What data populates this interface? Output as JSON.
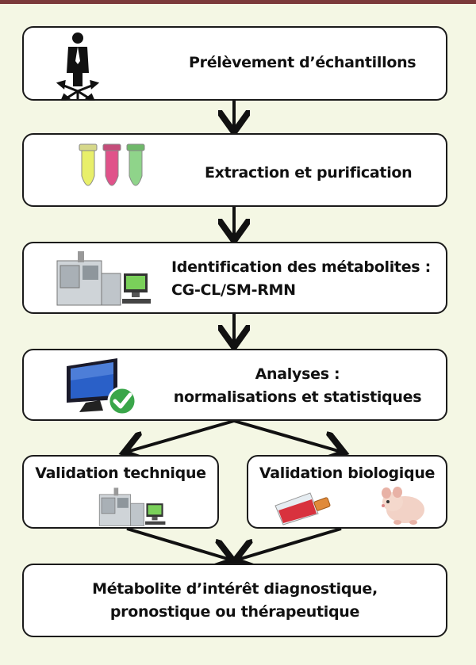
{
  "steps": {
    "sampling": "Prélèvement d’échantillons",
    "extraction": "Extraction et purification",
    "identification_line1": "Identification des métabolites :",
    "identification_line2": "CG-CL/SM-RMN",
    "analyses_line1": "Analyses :",
    "analyses_line2": "normalisations et statistiques",
    "validation_technical": "Validation technique",
    "validation_biological": "Validation biologique",
    "result_line1": "Métabolite d’intérêt diagnostique,",
    "result_line2": "pronostique ou thérapeutique"
  },
  "icons": {
    "sampling": "person-with-arrows-icon",
    "extraction": "test-tubes-icon",
    "identification": "lab-instrument-icon",
    "analyses": "monitor-checkmark-icon",
    "validation_technical": "lab-instrument-icon",
    "validation_biological": [
      "cell-culture-flask-icon",
      "mouse-icon"
    ]
  },
  "colors": {
    "background": "#f4f7e4",
    "top_bar": "#7b3a3a",
    "tube_yellow": "#e8ef6a",
    "tube_pink": "#e0528a",
    "tube_green": "#8fd48a",
    "check_green": "#3aa64a"
  }
}
